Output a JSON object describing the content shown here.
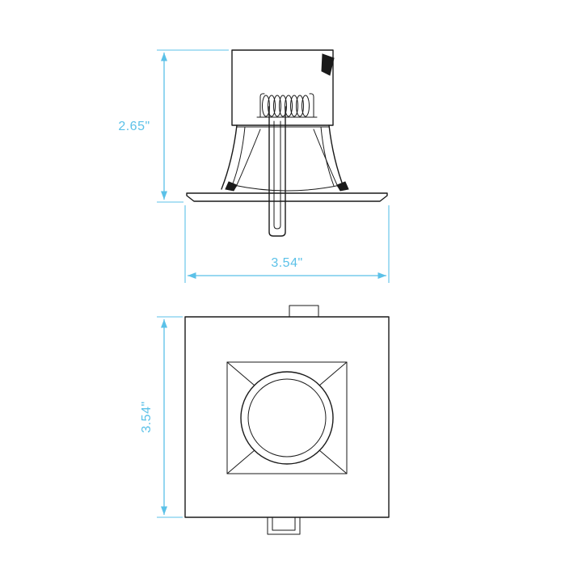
{
  "colors": {
    "accent": "#5bc1e8",
    "line": "#1a1a1a",
    "background": "#ffffff"
  },
  "dimensions": {
    "side_height": {
      "label": "2.65\""
    },
    "width": {
      "label": "3.54\""
    },
    "front_height": {
      "label": "3.54\""
    }
  }
}
